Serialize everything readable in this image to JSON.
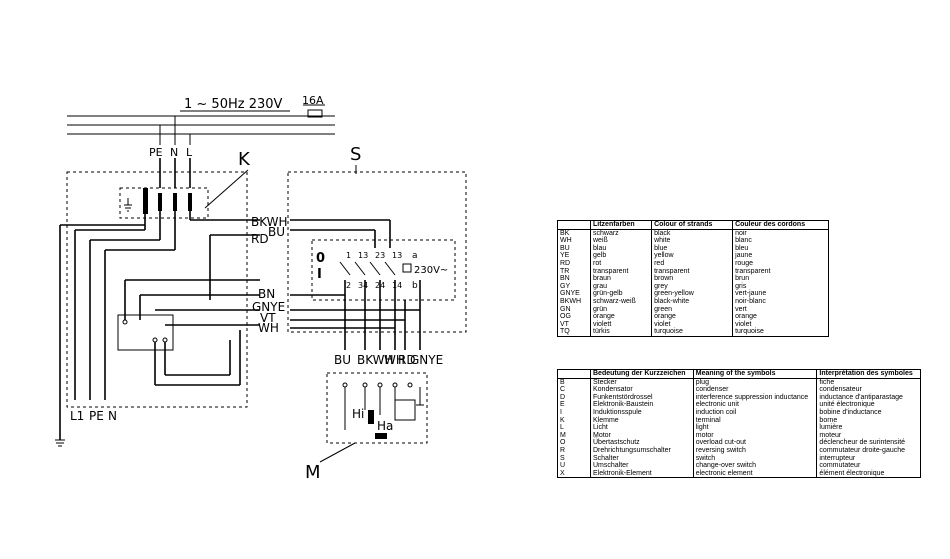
{
  "supply": {
    "label": "1 ~ 50Hz 230V",
    "fuse": "16A"
  },
  "terminals": {
    "pe": "PE",
    "n": "N",
    "l": "L"
  },
  "blocks": {
    "k": "K",
    "s": "S",
    "m": "M"
  },
  "wires": {
    "bkwh": "BKWH",
    "bu": "BU",
    "rd": "RD",
    "bn": "BN",
    "gnye": "GNYE",
    "vt": "VT",
    "wh": "WH"
  },
  "switch": {
    "zero": "0",
    "one": "I",
    "voltage": "230V~",
    "a": "a",
    "b": "b",
    "contacts": [
      "1",
      "13",
      "23",
      "13",
      "2",
      "34",
      "24",
      "14"
    ]
  },
  "motor": {
    "hi": "Hi",
    "ha": "Ha",
    "labels": [
      "BU",
      "BKWH",
      "WH",
      "RD",
      "GNYE"
    ]
  },
  "mains_labels": {
    "l1": "L1",
    "pe": "PE",
    "n": "N"
  },
  "colour_table": {
    "headers": [
      "",
      "Litzenfarben",
      "Colour of strands",
      "Couleur des cordons"
    ],
    "rows": [
      [
        "BK",
        "schwarz",
        "black",
        "noir"
      ],
      [
        "WH",
        "weiß",
        "white",
        "blanc"
      ],
      [
        "BU",
        "blau",
        "blue",
        "bleu"
      ],
      [
        "YE",
        "gelb",
        "yellow",
        "jaune"
      ],
      [
        "RD",
        "rot",
        "red",
        "rouge"
      ],
      [
        "TR",
        "transparent",
        "transparent",
        "transparent"
      ],
      [
        "BN",
        "braun",
        "brown",
        "brun"
      ],
      [
        "GY",
        "grau",
        "grey",
        "gris"
      ],
      [
        "GNYE",
        "grün-gelb",
        "green-yellow",
        "vert-jaune"
      ],
      [
        "BKWH",
        "schwarz-weiß",
        "black-white",
        "noir-blanc"
      ],
      [
        "GN",
        "grün",
        "green",
        "vert"
      ],
      [
        "OG",
        "orange",
        "orange",
        "orange"
      ],
      [
        "VT",
        "violett",
        "violet",
        "violet"
      ],
      [
        "TQ",
        "türkis",
        "turquoise",
        "turquoise"
      ]
    ]
  },
  "symbol_table": {
    "headers": [
      "",
      "Bedeutung der Kurzzeichen",
      "Meaning of the symbols",
      "Interprétation des symboles"
    ],
    "rows": [
      [
        "B",
        "Stecker",
        "plug",
        "fiche"
      ],
      [
        "C",
        "Kondensator",
        "condenser",
        "condensateur"
      ],
      [
        "D",
        "Funkentstördrossel",
        "interference suppression inductance",
        "inductance d'antiparastage"
      ],
      [
        "E",
        "Elektronik-Baustein",
        "electronic unit",
        "unité électronique"
      ],
      [
        "I",
        "Induktionsspule",
        "induction coil",
        "bobine d'inductance"
      ],
      [
        "K",
        "Klemme",
        "terminal",
        "borne"
      ],
      [
        "L",
        "Licht",
        "light",
        "lumière"
      ],
      [
        "M",
        "Motor",
        "motor",
        "moteur"
      ],
      [
        "O",
        "Übertastschutz",
        "overload cut-out",
        "déclencheur de surintensité"
      ],
      [
        "R",
        "Drehrichtungsumschalter",
        "reversing switch",
        "commutateur droite-gauche"
      ],
      [
        "S",
        "Schalter",
        "switch",
        "interrupteur"
      ],
      [
        "U",
        "Umschalter",
        "change-over switch",
        "commutateur"
      ],
      [
        "X",
        "Elektronik-Element",
        "electronic element",
        "élément électronique"
      ]
    ]
  }
}
